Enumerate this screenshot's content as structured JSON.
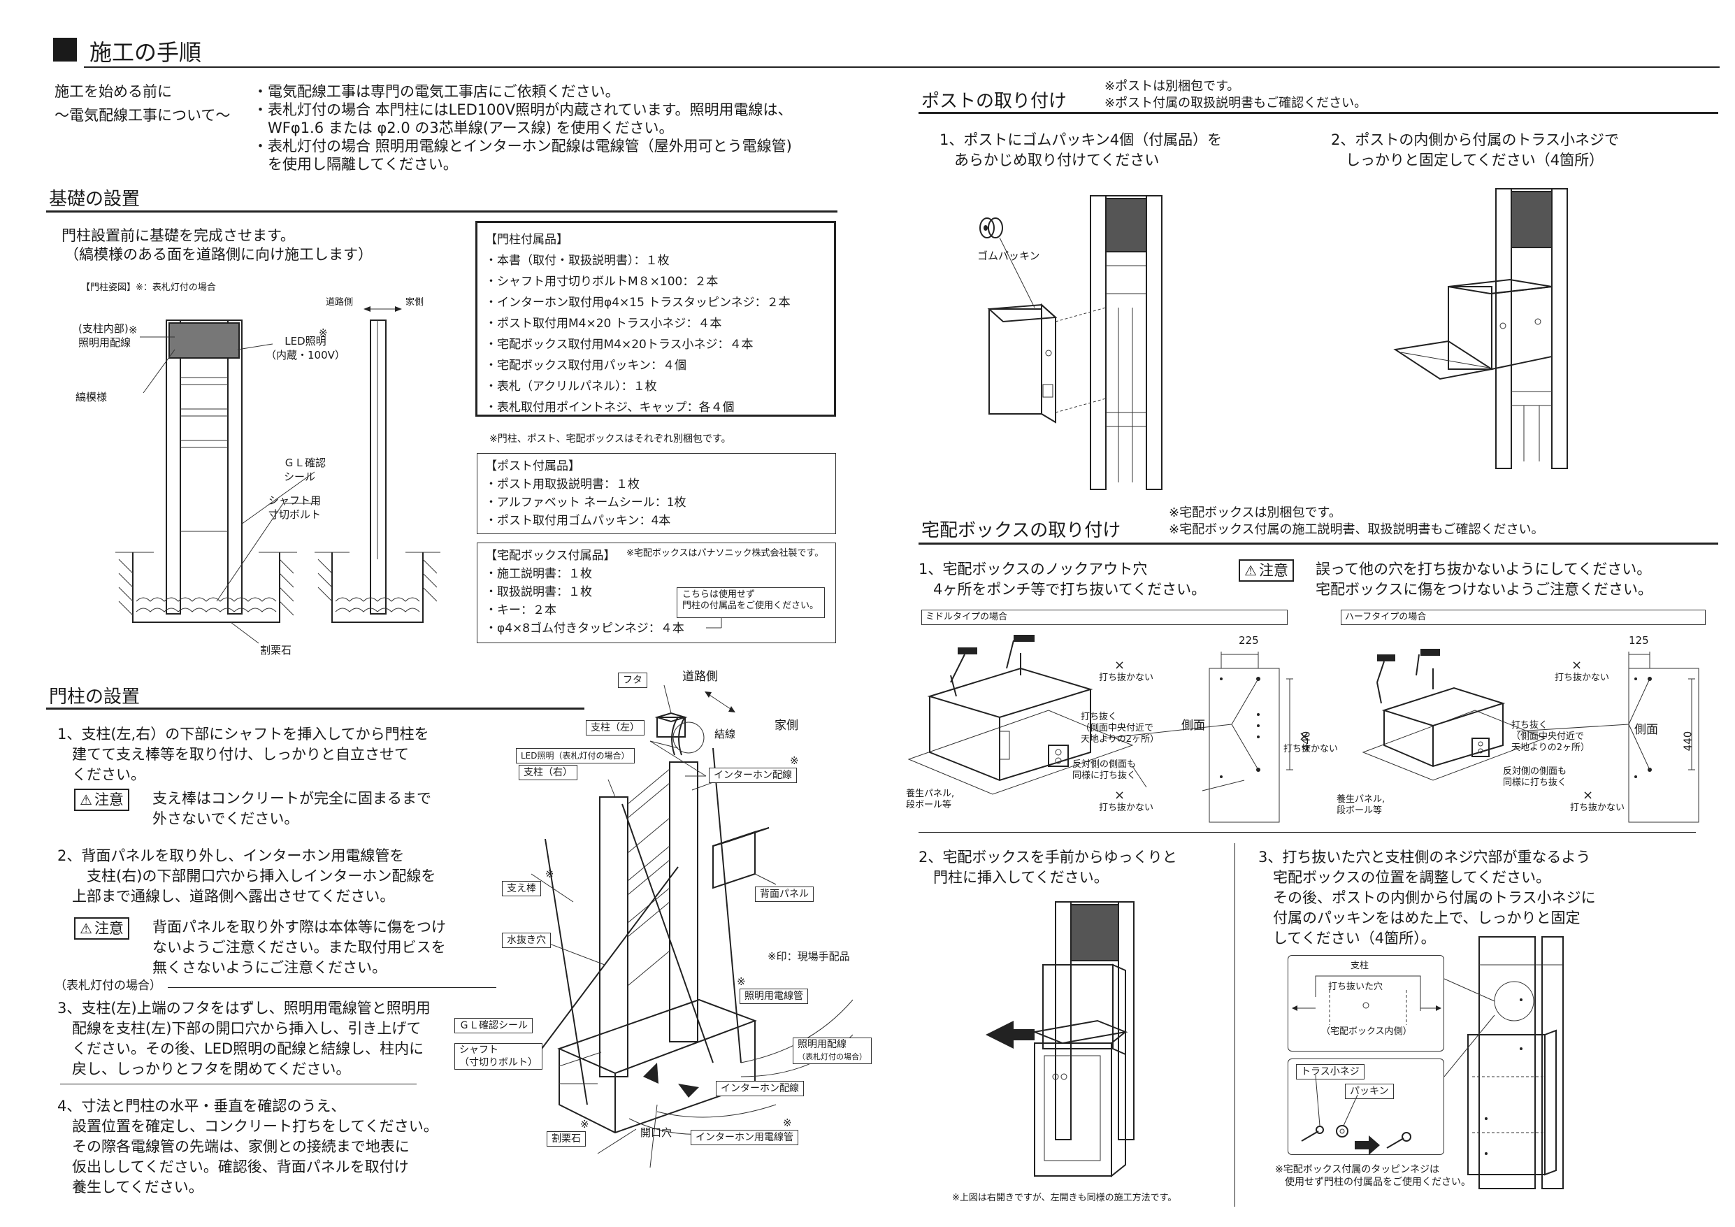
{
  "title": "施工の手順",
  "pre": {
    "label1": "施工を始める前に",
    "label2": "〜電気配線工事について〜",
    "lines": [
      "・電気配線工事は専門の電気工事店にご依頼ください。",
      "・表札灯付の場合 本門柱にはLED100V照明が内蔵されています。照明用電線は、",
      "　WFφ1.6 または φ2.0 の3芯単線(アース線) を使用ください。",
      "・表札灯付の場合 照明用電線とインターホン配線は電線管（屋外用可とう電線管)",
      "　を使用し隔離してください。"
    ]
  },
  "foundation": {
    "title": "基礎の設置",
    "desc1": "門柱設置前に基礎を完成させます。",
    "desc2": "（縞模様のある面を道路側に向け施工します）",
    "fig_title": "【門柱姿図】※：表札灯付の場合",
    "road_side": "道路側",
    "home_side": "家側",
    "lbl_wiring1": "(支柱内部)",
    "lbl_wiring2": "照明用配線",
    "lbl_led1": "LED照明",
    "lbl_led2": "（内蔵・100V）",
    "lbl_stripe": "縞模様",
    "lbl_gl1": "ＧＬ確認",
    "lbl_gl2": "シール",
    "lbl_shaft1": "シャフト用",
    "lbl_shaft2": "寸切ボルト",
    "lbl_stone": "割栗石",
    "mark": "※"
  },
  "accessories": {
    "gate": {
      "title": "【門柱付属品】",
      "items": [
        "・本書（取付・取扱説明書）：１枚",
        "・シャフト用寸切りボルトM８×100：２本",
        "・インターホン取付用φ4×15 トラスタッピンネジ：２本",
        "・ポスト取付用M4×20 トラス小ネジ：４本",
        "・宅配ボックス取付用M4×20トラス小ネジ：４本",
        "・宅配ボックス取付用パッキン：４個",
        "・表札（アクリルパネル）：１枚",
        "・表札取付用ポイントネジ、キャップ：各４個"
      ]
    },
    "note": "※門柱、ポスト、宅配ボックスはそれぞれ別梱包です。",
    "post": {
      "title": "【ポスト付属品】",
      "items": [
        "・ポスト用取扱説明書：１枚",
        "・アルファベット ネームシール：1枚",
        "・ポスト取付用ゴムパッキン：4本"
      ]
    },
    "delivery": {
      "title": "【宅配ボックス付属品】",
      "maker": "※宅配ボックスはパナソニック株式会社製です。",
      "items": [
        "・施工説明書：１枚",
        "・取扱説明書：１枚",
        "・キー：２本",
        "・φ4×8ゴム付きタッピンネジ：４本"
      ],
      "unused1": "こちらは使用せず",
      "unused2": "門柱の付属品をご使用ください。"
    }
  },
  "gate_install": {
    "title": "門柱の設置",
    "s1": [
      "1、支柱(左,右）の下部にシャフトを挿入してから門柱を",
      "　建てて支え棒等を取り付け、しっかりと自立させて",
      "　ください。"
    ],
    "caution_label": "注意",
    "c1": [
      "支え棒はコンクリートが完全に固まるまで",
      "外さないでください。"
    ],
    "s2": [
      "2、背面パネルを取り外し、インターホン用電線管を",
      "　　支柱(右)の下部開口穴から挿入しインターホン配線を",
      "　上部まで通線し、道路側へ露出させてください。"
    ],
    "c2": [
      "背面パネルを取り外す際は本体等に傷をつけ",
      "ないようご注意ください。また取付用ビスを",
      "無くさないようにご注意ください。"
    ],
    "lamp": "（表札灯付の場合）",
    "s3": [
      "3、支柱(左)上端のフタをはずし、照明用電線管と照明用",
      "　配線を支柱(左)下部の開口穴から挿入し、引き上げて",
      "　ください。その後、LED照明の配線と結線し、柱内に",
      "　戻し、しっかりとフタを閉めてください。"
    ],
    "s4": [
      "4、寸法と門柱の水平・垂直を確認のうえ、",
      "　設置位置を確定し、コンクリート打ちをしてください。",
      "　その際各電線管の先端は、家側との接続まで地表に",
      "　仮出ししてください。確認後、背面パネルを取付け",
      "　養生してください。"
    ],
    "fig": {
      "lid": "フタ",
      "road": "道路側",
      "home": "家側",
      "pillar_l": "支柱（左）",
      "connect": "結線",
      "led": "LED照明（表札灯付の場合）",
      "pillar_r": "支柱（右）",
      "intercom": "インターホン配線",
      "back_panel": "背面パネル",
      "support": "支え棒",
      "drain": "水抜き穴",
      "field_note": "※印：現場手配品",
      "light_conduit": "照明用電線管",
      "gl": "ＧＬ確認シール",
      "shaft1": "シャフト",
      "shaft2": "（寸切りボルト）",
      "light_wire1": "照明用配線",
      "light_wire2": "（表札灯付の場合）",
      "intercom2": "インターホン配線",
      "stone": "割栗石",
      "opening": "開口穴",
      "intercom_conduit": "インターホン用電線管"
    }
  },
  "post_install": {
    "title": "ポストの取り付け",
    "note1": "※ポストは別梱包です。",
    "note2": "※ポスト付属の取扱説明書もご確認ください。",
    "s1": [
      "1、ポストにゴムパッキン4個（付属品）を",
      "　あらかじめ取り付けてください"
    ],
    "s2": [
      "2、ポストの内側から付属のトラス小ネジで",
      "　しっかりと固定してください（4箇所）"
    ],
    "gum": "ゴムパッキン"
  },
  "delivery_install": {
    "title": "宅配ボックスの取り付け",
    "note1": "※宅配ボックスは別梱包です。",
    "note2": "※宅配ボックス付属の施工説明書、取扱説明書もご確認ください。",
    "s1": [
      "1、宅配ボックスのノックアウト穴",
      "　4ヶ所をポンチ等で打ち抜いてください。"
    ],
    "caution_label": "注意",
    "c1": [
      "誤って他の穴を打ち抜かないようにしてください。",
      "宅配ボックスに傷をつけないようご注意ください。"
    ],
    "middle": "ミドルタイプの場合",
    "half": "ハーフタイプの場合",
    "dim225": "225",
    "dim125": "125",
    "dim440": "440",
    "side": "側面",
    "x": "×",
    "no_punch": "打ち抜かない",
    "punch1": "打ち抜く",
    "punch2": "（側面中央付近で",
    "punch3": "天地よりの2ヶ所）",
    "opp1": "反対側の側面も",
    "opp2": "同様に打ち抜く",
    "cushion1": "養生パネル,",
    "cushion2": "段ボール等",
    "s2": [
      "2、宅配ボックスを手前からゆっくりと",
      "　門柱に挿入してください。"
    ],
    "fig_note": "※上図は右開きですが、左開きも同様の施工方法です。",
    "s3": [
      "3、打ち抜いた穴と支柱側のネジ穴部が重なるよう",
      "　宅配ボックスの位置を調整してください。",
      "　その後、ポストの内側から付属のトラス小ネジに",
      "　付属のパッキンをはめた上で、しっかりと固定",
      "　してください（4箇所）。"
    ],
    "pillar": "支柱",
    "punched_hole": "打ち抜いた穴",
    "box_inside": "（宅配ボックス内側）",
    "truss": "トラス小ネジ",
    "packing": "パッキン",
    "bottom1": "※宅配ボックス付属のタッピンネジは",
    "bottom2": "　使用せず門柱の付属品をご使用ください。"
  }
}
